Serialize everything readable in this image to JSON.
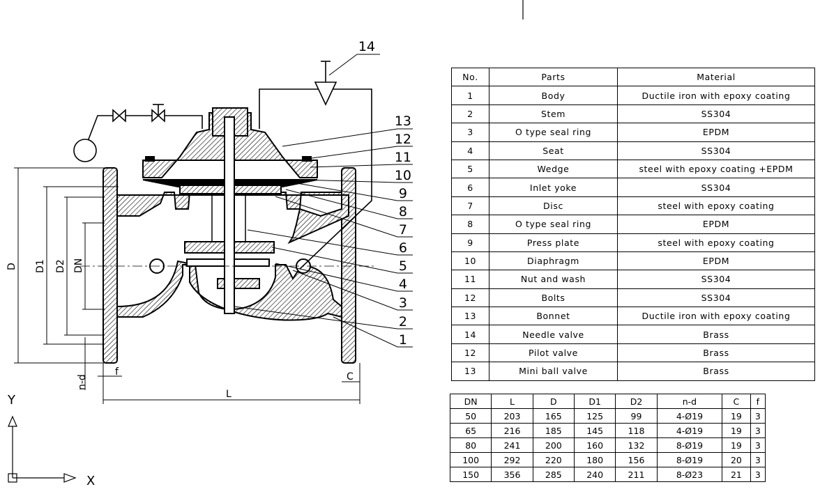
{
  "drawing": {
    "callouts": [
      "14",
      "13",
      "12",
      "11",
      "10",
      "9",
      "8",
      "7",
      "6",
      "5",
      "4",
      "3",
      "2",
      "1"
    ],
    "dimension_labels": {
      "D": "D",
      "D1": "D1",
      "D2": "D2",
      "DN": "DN",
      "nd": "n-d",
      "f": "f",
      "C": "C",
      "L": "L"
    },
    "axis": {
      "x": "X",
      "y": "Y"
    }
  },
  "parts_table": {
    "headers": [
      "No.",
      "Parts",
      "Material"
    ],
    "rows": [
      [
        "1",
        "Body",
        "Ductile iron with epoxy coating"
      ],
      [
        "2",
        "Stem",
        "SS304"
      ],
      [
        "3",
        "O type seal ring",
        "EPDM"
      ],
      [
        "4",
        "Seat",
        "SS304"
      ],
      [
        "5",
        "Wedge",
        "steel with epoxy coating +EPDM"
      ],
      [
        "6",
        "Inlet yoke",
        "SS304"
      ],
      [
        "7",
        "Disc",
        "steel with epoxy coating"
      ],
      [
        "8",
        "O type seal ring",
        "EPDM"
      ],
      [
        "9",
        "Press plate",
        "steel with epoxy coating"
      ],
      [
        "10",
        "Diaphragm",
        "EPDM"
      ],
      [
        "11",
        "Nut and wash",
        "SS304"
      ],
      [
        "12",
        "Bolts",
        "SS304"
      ],
      [
        "13",
        "Bonnet",
        "Ductile iron with epoxy coating"
      ],
      [
        "14",
        "Needle valve",
        "Brass"
      ],
      [
        "12",
        "Pilot valve",
        "Brass"
      ],
      [
        "13",
        "Mini ball valve",
        "Brass"
      ]
    ]
  },
  "dimension_table": {
    "headers": [
      "DN",
      "L",
      "D",
      "D1",
      "D2",
      "n-d",
      "C",
      "f"
    ],
    "rows": [
      [
        "50",
        "203",
        "165",
        "125",
        "99",
        "4-Ø19",
        "19",
        "3"
      ],
      [
        "65",
        "216",
        "185",
        "145",
        "118",
        "4-Ø19",
        "19",
        "3"
      ],
      [
        "80",
        "241",
        "200",
        "160",
        "132",
        "8-Ø19",
        "19",
        "3"
      ],
      [
        "100",
        "292",
        "220",
        "180",
        "156",
        "8-Ø19",
        "20",
        "3"
      ],
      [
        "150",
        "356",
        "285",
        "240",
        "211",
        "8-Ø23",
        "21",
        "3"
      ]
    ]
  }
}
